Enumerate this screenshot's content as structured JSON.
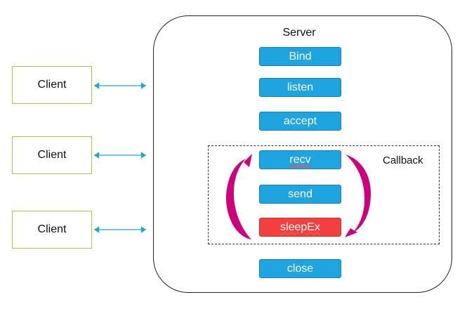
{
  "server": {
    "title": "Server"
  },
  "clients": [
    {
      "label": "Client"
    },
    {
      "label": "Client"
    },
    {
      "label": "Client"
    }
  ],
  "steps": [
    {
      "label": "Bind"
    },
    {
      "label": "listen"
    },
    {
      "label": "accept"
    },
    {
      "label": "recv"
    },
    {
      "label": "send"
    },
    {
      "label": "sleepEx"
    },
    {
      "label": "close"
    }
  ],
  "callback": {
    "label": "Callback"
  },
  "colors": {
    "step_fill": "#1ea4df",
    "step_highlight": "#f33f3f",
    "arrow": "#cc007a",
    "connector": "#1ea4df",
    "client_border": "#a9c94b"
  }
}
